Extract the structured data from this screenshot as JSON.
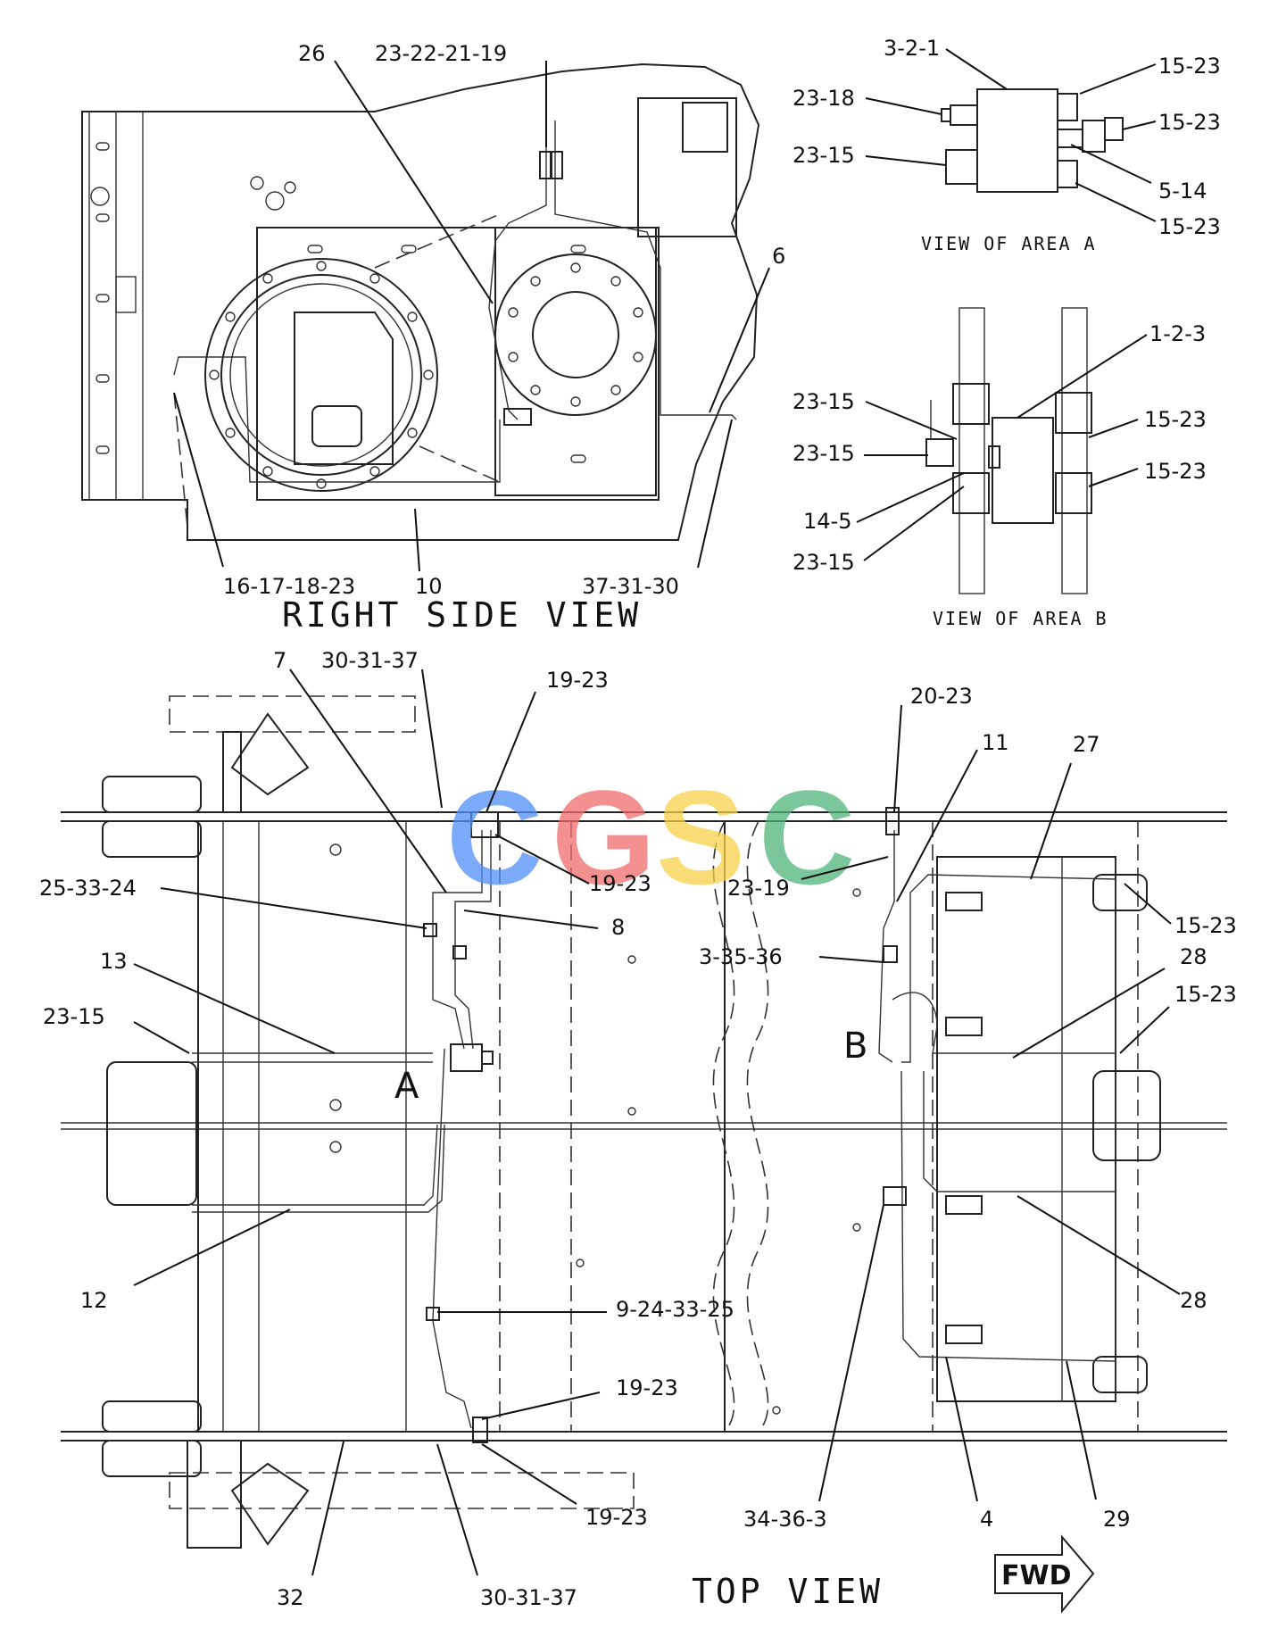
{
  "titles": {
    "right_side_view": "RIGHT SIDE VIEW",
    "view_area_a": "VIEW OF AREA A",
    "view_area_b": "VIEW OF AREA B",
    "top_view": "TOP VIEW",
    "fwd": "FWD",
    "marker_a": "A",
    "marker_b": "B"
  },
  "watermark": {
    "letters": [
      "C",
      "G",
      "S",
      "C"
    ],
    "colors": [
      "#4f8ef7",
      "#f06b6b",
      "#f7cf4a",
      "#4fb37a"
    ]
  },
  "callouts_right_side": {
    "c26": "26",
    "c23_22_21_19": "23-22-21-19",
    "c6": "6",
    "c16_17_18_23": "16-17-18-23",
    "c10": "10",
    "c37_31_30": "37-31-30"
  },
  "callouts_area_a": {
    "c3_2_1": "3-2-1",
    "c15_23_top": "15-23",
    "c23_18": "23-18",
    "c15_23_mid": "15-23",
    "c23_15": "23-15",
    "c5_14": "5-14",
    "c15_23_bottom": "15-23"
  },
  "callouts_area_b": {
    "c1_2_3": "1-2-3",
    "c23_15_a": "23-15",
    "c15_23_a": "15-23",
    "c23_15_b": "23-15",
    "c15_23_b": "15-23",
    "c14_5": "14-5",
    "c23_15_c": "23-15"
  },
  "callouts_top": {
    "c7": "7",
    "c30_31_37_top": "30-31-37",
    "c19_23_top": "19-23",
    "c20_23": "20-23",
    "c11": "11",
    "c27": "27",
    "c19_23_mid": "19-23",
    "c23_19": "23-19",
    "c25_33_24": "25-33-24",
    "c8": "8",
    "c15_23_r1": "15-23",
    "c33_35_36": "3-35-36",
    "c13": "13",
    "c28_top": "28",
    "c15_23_r2": "15-23",
    "c23_15": "23-15",
    "c12": "12",
    "c28_bottom": "28",
    "c9_24_33_25": "9-24-33-25",
    "c19_23_low": "19-23",
    "c19_23_bottom": "19-23",
    "c34_36_3": "34-36-3",
    "c4": "4",
    "c29": "29",
    "c32": "32",
    "c30_31_37_bottom": "30-31-37"
  }
}
